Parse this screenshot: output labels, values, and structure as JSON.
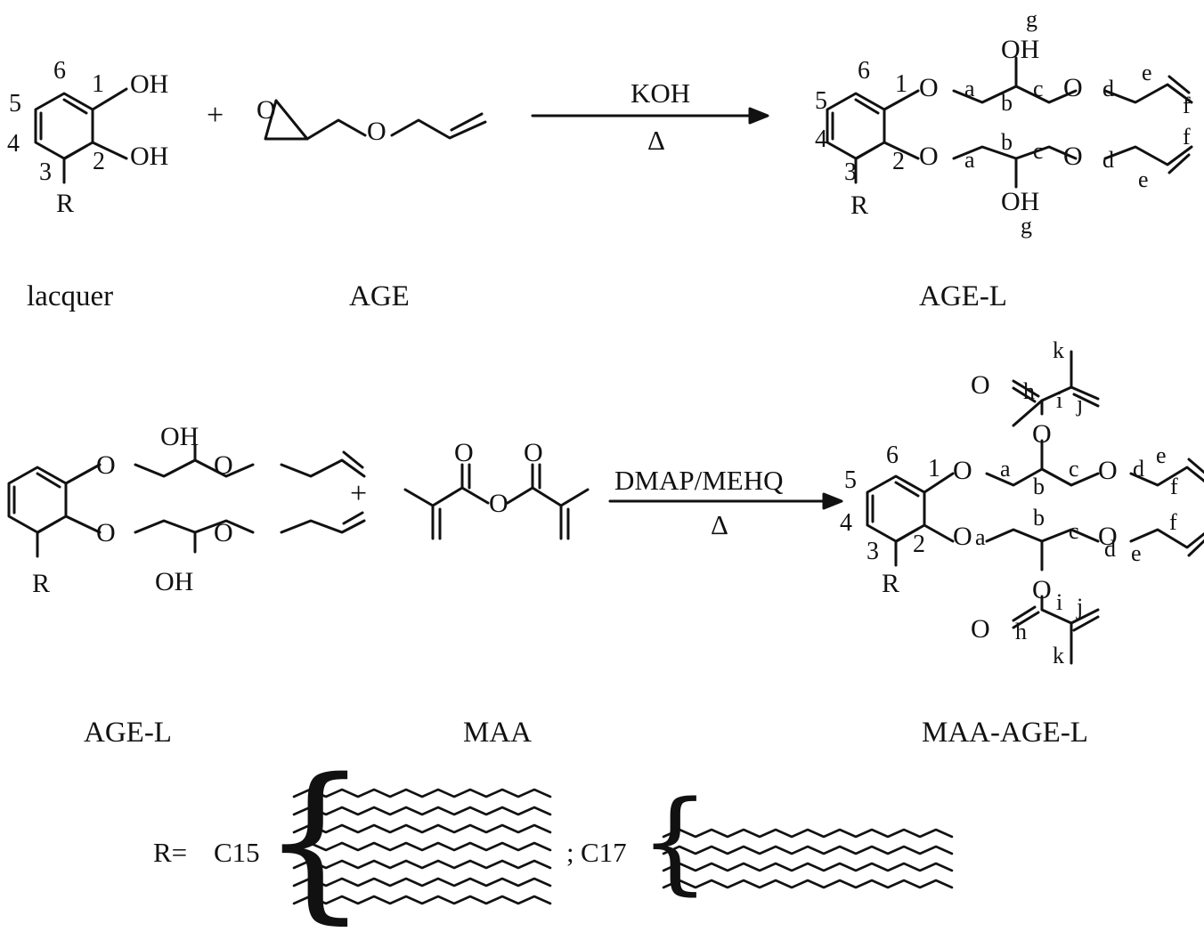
{
  "reaction1": {
    "reactant1": {
      "name": "lacquer",
      "oh_top": "OH",
      "oh_bottom": "OH",
      "r": "R",
      "positions": [
        "1",
        "2",
        "3",
        "4",
        "5",
        "6"
      ]
    },
    "plus": "+",
    "reactant2": {
      "name": "AGE",
      "oxygen": "O"
    },
    "arrow": {
      "above": "KOH",
      "below": "Δ"
    },
    "product": {
      "name": "AGE-L",
      "oh": "OH",
      "oxygen": "O",
      "r": "R",
      "positions": [
        "1",
        "2",
        "3",
        "4",
        "5",
        "6"
      ],
      "labels": {
        "a": "a",
        "b": "b",
        "c": "c",
        "d": "d",
        "e": "e",
        "f": "f",
        "g": "g"
      }
    }
  },
  "reaction2": {
    "reactant1": {
      "name": "AGE-L",
      "oh": "OH",
      "oxygen": "O",
      "r": "R"
    },
    "plus": "+",
    "reactant2": {
      "name": "MAA",
      "oxygen": "O"
    },
    "arrow": {
      "above": "DMAP/MEHQ",
      "below": "Δ"
    },
    "product": {
      "name": "MAA-AGE-L",
      "oxygen": "O",
      "r": "R",
      "positions": [
        "1",
        "2",
        "3",
        "4",
        "5",
        "6"
      ],
      "labels": {
        "a": "a",
        "b": "b",
        "c": "c",
        "d": "d",
        "e": "e",
        "f": "f",
        "h": "h",
        "i": "i",
        "j": "j",
        "k": "k"
      }
    }
  },
  "r_definition": {
    "prefix": "R=",
    "c15": "C15",
    "separator": ";",
    "c17": "C17"
  }
}
